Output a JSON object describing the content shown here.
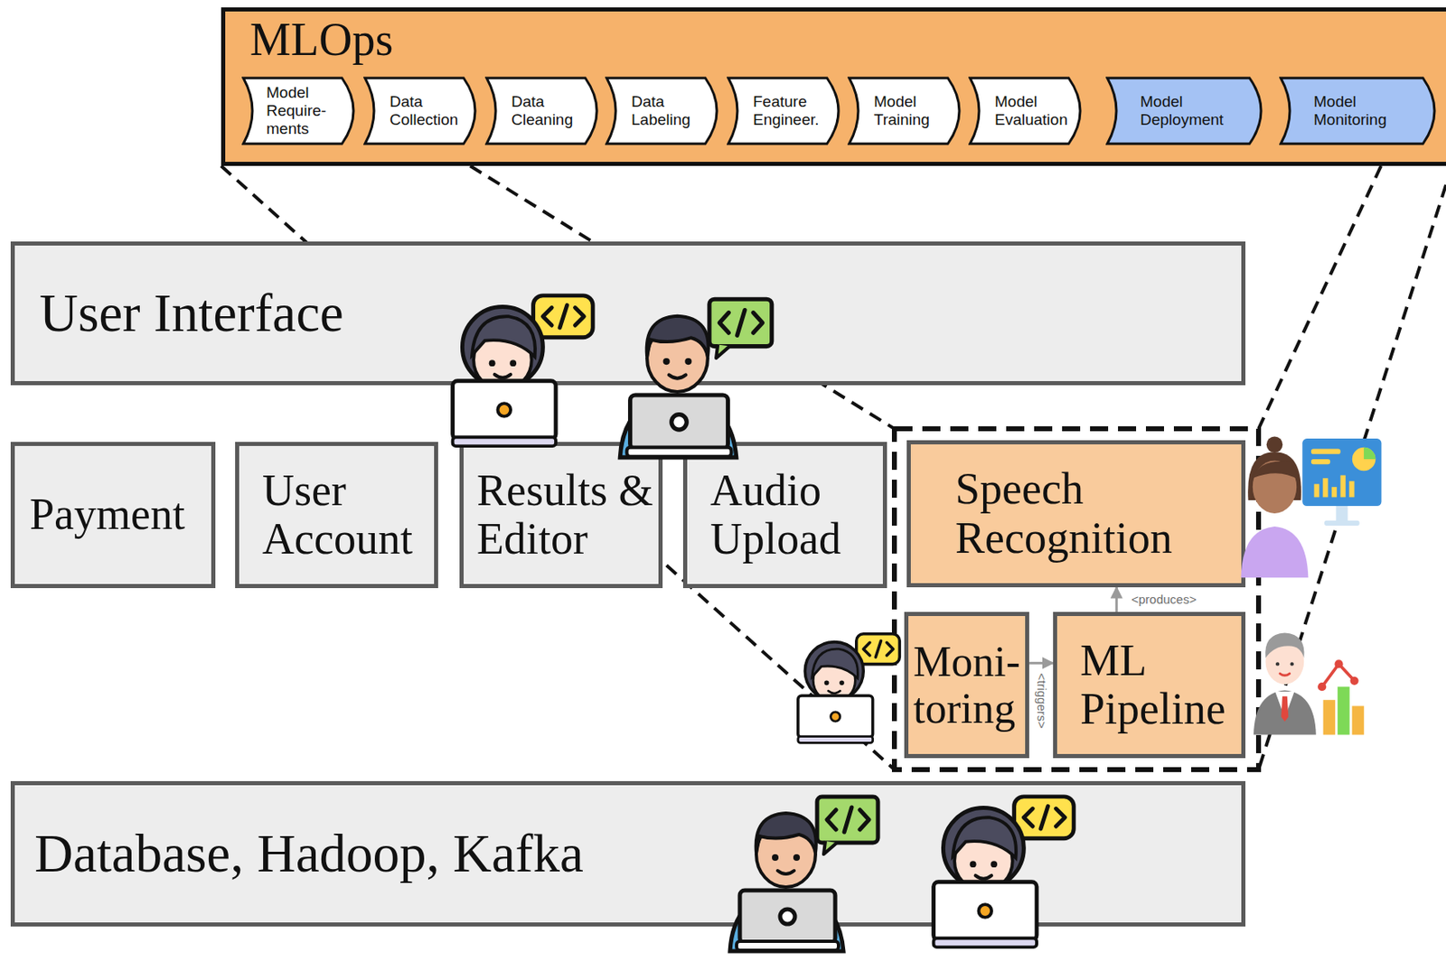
{
  "diagram": {
    "nodes": [
      {
        "text": [
          "MLOps"
        ]
      },
      {
        "text": [
          "Model Require- ments"
        ],
        "in": 0
      },
      {
        "text": [
          "Data Collection"
        ],
        "in": 0
      },
      {
        "text": [
          "Data Cleaning"
        ],
        "in": 0
      },
      {
        "text": [
          "Data Labeling"
        ],
        "in": 0
      },
      {
        "text": [
          "Feature Engineer."
        ],
        "in": 0
      },
      {
        "text": [
          "Model Training"
        ],
        "in": 0
      },
      {
        "text": [
          "Model Evaluation"
        ],
        "in": 0
      },
      {
        "text": [
          "Model Deployment"
        ],
        "in": 0
      },
      {
        "text": [
          "Model Monitoring"
        ],
        "in": 0
      },
      {
        "text": [
          "User Interface"
        ]
      },
      {
        "text": [
          "Payment"
        ]
      },
      {
        "text": [
          "User Account"
        ]
      },
      {
        "text": [
          "Results & Editor"
        ]
      },
      {
        "text": [
          "Audio Upload"
        ]
      },
      {
        "text": [
          "Speech Recognition"
        ]
      },
      {
        "text": [
          "Moni- toring"
        ]
      },
      {
        "text": [
          "ML Pipeline"
        ]
      },
      {
        "text": [
          "Database, Hadoop, Kafka"
        ]
      }
    ],
    "edges": [
      {
        "from": 16,
        "to": 17,
        "label": "<triggers>",
        "arrow": "to"
      },
      {
        "from": 17,
        "to": 15,
        "label": "<produces>",
        "arrow": "to"
      }
    ]
  }
}
